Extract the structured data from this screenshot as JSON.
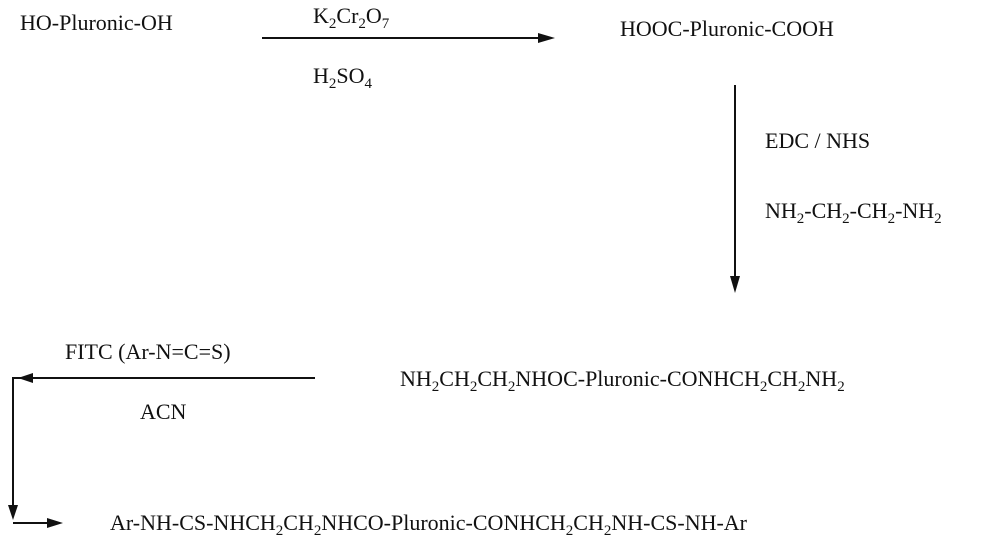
{
  "scheme": {
    "start": [
      {
        "t": "HO-Pluronic-OH"
      }
    ],
    "reagent1_top": [
      {
        "t": "K"
      },
      {
        "s": "2"
      },
      {
        "t": "Cr"
      },
      {
        "s": "2"
      },
      {
        "t": "O"
      },
      {
        "s": "7"
      }
    ],
    "reagent1_bottom": [
      {
        "t": "H"
      },
      {
        "s": "2"
      },
      {
        "t": "SO"
      },
      {
        "s": "4"
      }
    ],
    "product1": [
      {
        "t": "HOOC-Pluronic-COOH"
      }
    ],
    "reagent2_top": [
      {
        "t": "EDC  / NHS"
      }
    ],
    "reagent2_bottom": [
      {
        "t": "NH"
      },
      {
        "s": "2"
      },
      {
        "t": "-CH"
      },
      {
        "s": "2"
      },
      {
        "t": "-CH"
      },
      {
        "s": "2"
      },
      {
        "t": "-NH"
      },
      {
        "s": "2"
      }
    ],
    "product2": [
      {
        "t": "NH"
      },
      {
        "s": "2"
      },
      {
        "t": "CH"
      },
      {
        "s": "2"
      },
      {
        "t": "CH"
      },
      {
        "s": "2"
      },
      {
        "t": "NHOC-Pluronic-CONHCH"
      },
      {
        "s": "2"
      },
      {
        "t": "CH"
      },
      {
        "s": "2"
      },
      {
        "t": "NH"
      },
      {
        "s": "2"
      }
    ],
    "reagent3_top": [
      {
        "t": "FITC (Ar-N=C=S)"
      }
    ],
    "reagent3_bottom": [
      {
        "t": "ACN"
      }
    ],
    "product3": [
      {
        "t": "Ar-NH-CS-NHCH"
      },
      {
        "s": "2"
      },
      {
        "t": "CH"
      },
      {
        "s": "2"
      },
      {
        "t": "NHCO-Pluronic-CONHCH"
      },
      {
        "s": "2"
      },
      {
        "t": "CH"
      },
      {
        "s": "2"
      },
      {
        "t": "NH-CS-NH-Ar"
      }
    ]
  },
  "colors": {
    "line": "#111111",
    "background": "#ffffff"
  }
}
